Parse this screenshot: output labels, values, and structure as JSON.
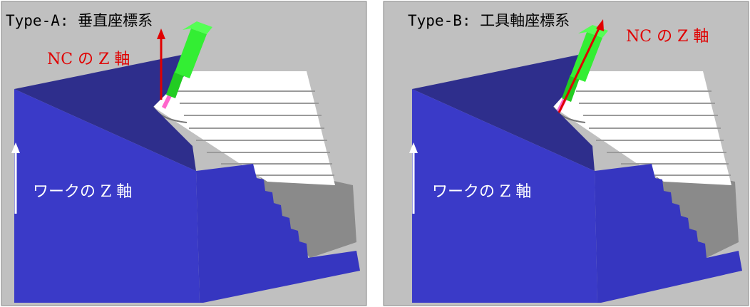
{
  "panels": [
    {
      "title": "Type-A: 垂直座標系",
      "nc_axis_label": "NC の Z 軸",
      "work_axis_label": "ワークの Z 軸"
    },
    {
      "title": "Type-B: 工具軸座標系",
      "nc_axis_label": "NC の Z 軸",
      "work_axis_label": "ワークの Z 軸"
    }
  ],
  "colors": {
    "background": "#c0c0c0",
    "block_front": "#3a3ac8",
    "block_top": "#2e2e8c",
    "pocket_floor": "#909090",
    "terraces": "#ffffff",
    "tool": "#33ee33",
    "nc_axis": "#e00000",
    "work_axis": "#ffffff"
  }
}
